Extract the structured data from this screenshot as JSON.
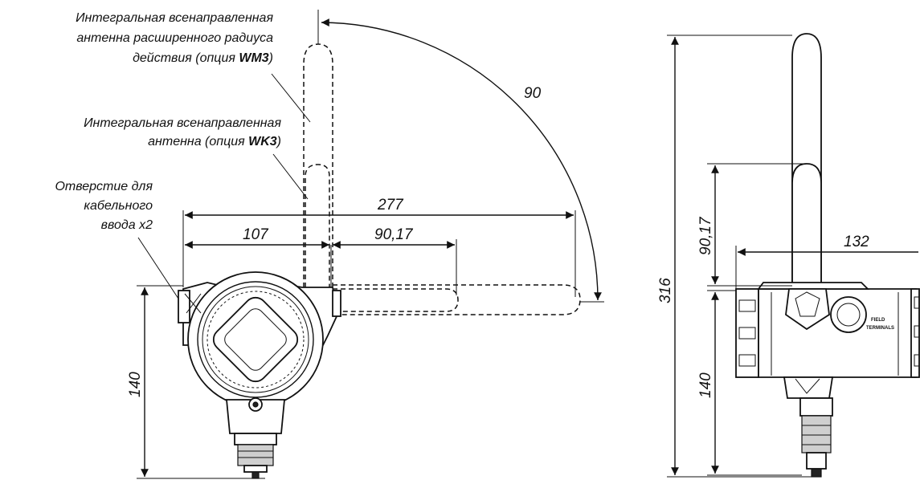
{
  "callouts": {
    "wm3_line1": "Интегральная всенаправленная",
    "wm3_line2": "антенна расширенного радиуса",
    "wm3_line3_prefix": "действия (опция ",
    "wm3_option": "WM3",
    "wm3_suffix": ")",
    "wk3_line1": "Интегральная  всенаправленная",
    "wk3_line2_prefix": "антенна (опция ",
    "wk3_option": "WK3",
    "wk3_suffix": ")",
    "entry_line1": "Отверстие для",
    "entry_line2": "кабельного",
    "entry_line3": "ввода x2"
  },
  "dimensions": {
    "angle": "90",
    "width_total": "277",
    "width_front": "107",
    "antenna_front": "90,17",
    "height_front": "140",
    "height_total_side": "316",
    "antenna_side": "90,17",
    "width_side": "132",
    "height_side": "140"
  },
  "labels": {
    "terminal_plate_1": "FIELD",
    "terminal_plate_2": "TERMINALS"
  }
}
